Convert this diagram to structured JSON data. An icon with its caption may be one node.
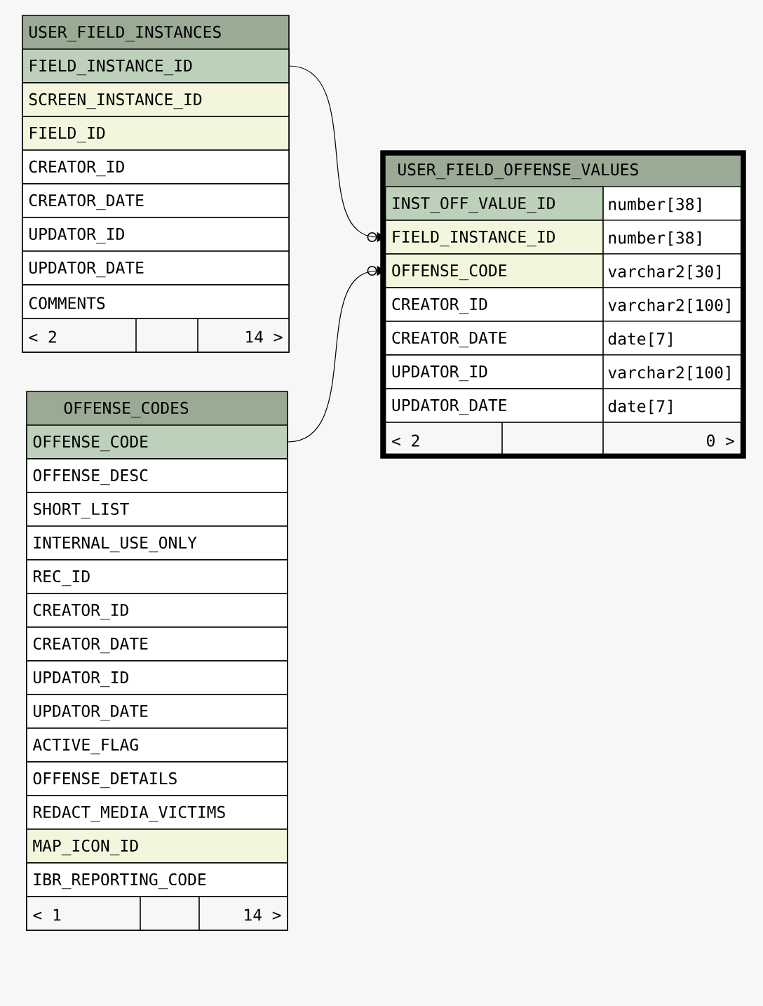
{
  "diagram": {
    "nodes": [
      {
        "text": [
          "USER_FIELD_INSTANCES"
        ]
      },
      {
        "text": [
          "FIELD_INSTANCE_ID"
        ],
        "in": 0
      },
      {
        "text": [
          "SCREEN_INSTANCE_ID"
        ],
        "in": 0
      },
      {
        "text": [
          "FIELD_ID"
        ],
        "in": 0
      },
      {
        "text": [
          "CREATOR_ID"
        ],
        "in": 0
      },
      {
        "text": [
          "CREATOR_DATE"
        ],
        "in": 0
      },
      {
        "text": [
          "UPDATOR_ID"
        ],
        "in": 0
      },
      {
        "text": [
          "UPDATOR_DATE"
        ],
        "in": 0
      },
      {
        "text": [
          "COMMENTS"
        ],
        "in": 0
      },
      {
        "text": [
          "< 2",
          "14 >"
        ],
        "in": 0
      },
      {
        "text": [
          "USER_FIELD_OFFENSE_VALUES"
        ]
      },
      {
        "text": [
          "INST_OFF_VALUE_ID",
          "number[38]"
        ],
        "in": 10
      },
      {
        "text": [
          "FIELD_INSTANCE_ID",
          "number[38]"
        ],
        "in": 10
      },
      {
        "text": [
          "OFFENSE_CODE",
          "varchar2[30]"
        ],
        "in": 10
      },
      {
        "text": [
          "CREATOR_ID",
          "varchar2[100]"
        ],
        "in": 10
      },
      {
        "text": [
          "CREATOR_DATE",
          "date[7]"
        ],
        "in": 10
      },
      {
        "text": [
          "UPDATOR_ID",
          "varchar2[100]"
        ],
        "in": 10
      },
      {
        "text": [
          "UPDATOR_DATE",
          "date[7]"
        ],
        "in": 10
      },
      {
        "text": [
          "< 2",
          "0 >"
        ],
        "in": 10
      },
      {
        "text": [
          "OFFENSE_CODES"
        ]
      },
      {
        "text": [
          "OFFENSE_CODE"
        ],
        "in": 19
      },
      {
        "text": [
          "OFFENSE_DESC"
        ],
        "in": 19
      },
      {
        "text": [
          "SHORT_LIST"
        ],
        "in": 19
      },
      {
        "text": [
          "INTERNAL_USE_ONLY"
        ],
        "in": 19
      },
      {
        "text": [
          "REC_ID"
        ],
        "in": 19
      },
      {
        "text": [
          "CREATOR_ID"
        ],
        "in": 19
      },
      {
        "text": [
          "CREATOR_DATE"
        ],
        "in": 19
      },
      {
        "text": [
          "UPDATOR_ID"
        ],
        "in": 19
      },
      {
        "text": [
          "UPDATOR_DATE"
        ],
        "in": 19
      },
      {
        "text": [
          "ACTIVE_FLAG"
        ],
        "in": 19
      },
      {
        "text": [
          "OFFENSE_DETAILS"
        ],
        "in": 19
      },
      {
        "text": [
          "REDACT_MEDIA_VICTIMS"
        ],
        "in": 19
      },
      {
        "text": [
          "MAP_ICON_ID"
        ],
        "in": 19
      },
      {
        "text": [
          "IBR_REPORTING_CODE"
        ],
        "in": 19
      },
      {
        "text": [
          "< 1",
          "14 >"
        ],
        "in": 19
      }
    ],
    "edges": [
      {
        "from": 1,
        "to": 12,
        "arrow": "to"
      },
      {
        "from": 20,
        "to": 13,
        "arrow": "to"
      }
    ]
  }
}
